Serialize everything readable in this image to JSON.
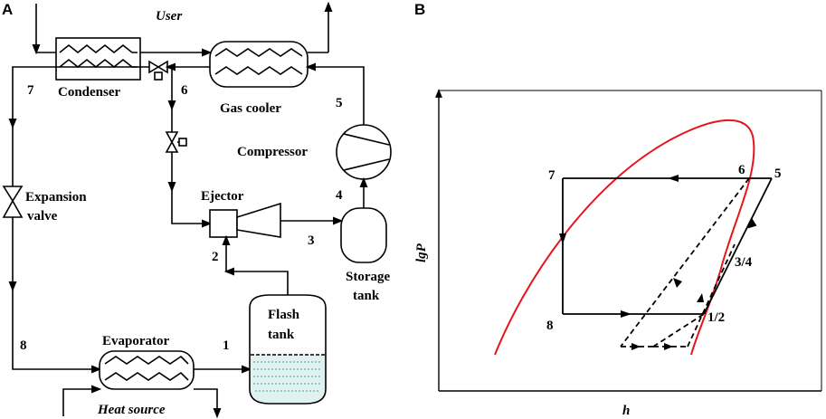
{
  "panel_a": {
    "label": "A",
    "user": "User",
    "heat_source": "Heat source",
    "components": {
      "condenser": "Condenser",
      "gas_cooler": "Gas cooler",
      "compressor": "Compressor",
      "ejector": "Ejector",
      "expansion_valve_1": "Expansion",
      "expansion_valve_2": "valve",
      "storage_tank_1": "Storage",
      "storage_tank_2": "tank",
      "flash_tank_1": "Flash",
      "flash_tank_2": "tank",
      "evaporator": "Evaporator"
    },
    "state_points": {
      "p1": "1",
      "p2": "2",
      "p3": "3",
      "p4": "4",
      "p5": "5",
      "p6": "6",
      "p7": "7",
      "p8": "8"
    }
  },
  "panel_b": {
    "label": "B",
    "x_label": "h",
    "y_label": "lgP",
    "points": {
      "p5": "5",
      "p6": "6",
      "p7": "7",
      "p8": "8",
      "p12": "1/2",
      "p34": "3/4"
    },
    "colors": {
      "saturation_dome": "#e8141c",
      "cycle": "#000000"
    }
  }
}
